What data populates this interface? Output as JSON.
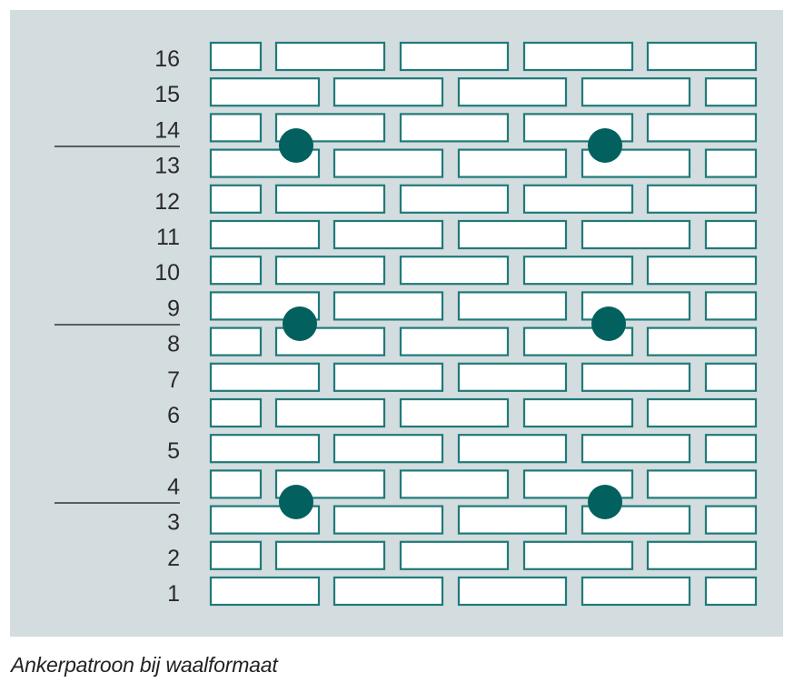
{
  "diagram": {
    "row_labels": [
      "16",
      "15",
      "14",
      "13",
      "12",
      "11",
      "10",
      "9",
      "8",
      "7",
      "6",
      "5",
      "4",
      "3",
      "2",
      "1"
    ],
    "anchor_joints": [
      {
        "between": [
          "14",
          "13"
        ],
        "columns": [
          1,
          3
        ]
      },
      {
        "between": [
          "9",
          "8"
        ],
        "columns": [
          1,
          3
        ]
      },
      {
        "between": [
          "4",
          "3"
        ],
        "columns": [
          1,
          3
        ]
      }
    ],
    "colors": {
      "brick_stroke": "#1f7a78",
      "brick_fill": "#ffffff",
      "anchor": "#02615f",
      "panel": "#d3dcdf",
      "label": "#2a2a2a"
    }
  },
  "caption": "Ankerpatroon bij waalformaat"
}
